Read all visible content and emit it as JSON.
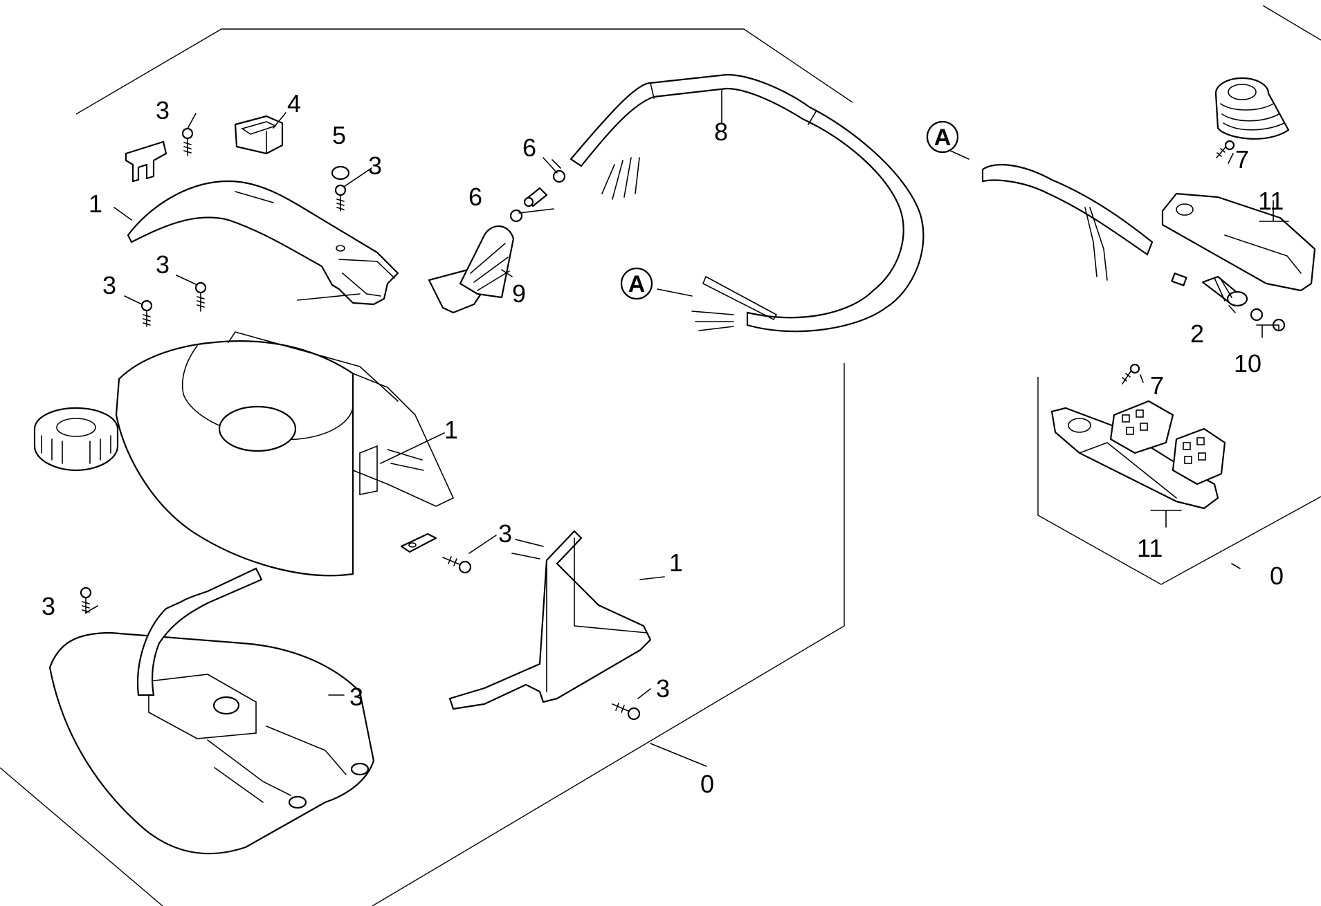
{
  "diagram": {
    "labels": {
      "set_main": "0",
      "set_right": "0",
      "handle_cover": "1",
      "housing": "1",
      "bracket": "1",
      "plug": "2",
      "screw_a": "3",
      "screw_b": "3",
      "screw_c": "3",
      "screw_d": "3",
      "screw_e": "3",
      "screw_f": "3",
      "screw_g": "3",
      "screw_h": "3",
      "switch": "4",
      "cap": "5",
      "ring_a": "6",
      "ring_b": "6",
      "screw_top_right": "7",
      "screw_mid_right": "7",
      "hose": "8",
      "cable_guide": "9",
      "rings_right": "10",
      "cover_top": "11",
      "cover_bottom": "11"
    },
    "callouts": {
      "a_left": "A",
      "a_right": "A"
    }
  }
}
